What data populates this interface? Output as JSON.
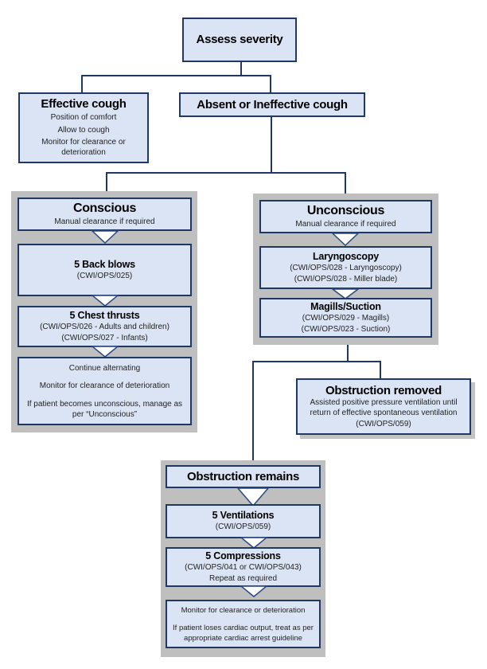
{
  "palette": {
    "box_fill": "#dbe4f4",
    "box_border": "#1f3864",
    "panel_gray": "#bfbfbf",
    "connector": "#1f3864",
    "shadow_gray": "#c3c3c3"
  },
  "nodes": {
    "assess": {
      "title": "Assess severity"
    },
    "effective": {
      "title": "Effective cough",
      "line1": "Position of comfort",
      "line2": "Allow to cough",
      "line3": "Monitor for clearance or deterioration"
    },
    "absent": {
      "title": "Absent or Ineffective cough"
    },
    "conscious": {
      "title": "Conscious",
      "subtitle": "Manual clearance if required"
    },
    "back_blows": {
      "title": "5 Back blows",
      "ref1": "(CWI/OPS/025)"
    },
    "chest_thrusts": {
      "title": "5 Chest thrusts",
      "ref1": "(CWI/OPS/026 - Adults and children)",
      "ref2": "(CWI/OPS/027 - Infants)"
    },
    "conscious_outcome": {
      "line1": "Continue alternating",
      "line2": "Monitor for clearance of deterioration",
      "line3": "If patient becomes unconscious, manage as per “Unconscious”"
    },
    "unconscious": {
      "title": "Unconscious",
      "subtitle": "Manual clearance if required"
    },
    "laryngoscopy": {
      "title": "Laryngoscopy",
      "ref1": "(CWI/OPS/028 - Laryngoscopy)",
      "ref2": "(CWI/OPS/028 - Miller blade)"
    },
    "magills": {
      "title": "Magills/Suction",
      "ref1": "(CWI/OPS/029 - Magills)",
      "ref2": "(CWI/OPS/023 - Suction)"
    },
    "removed": {
      "title": "Obstruction removed",
      "line1": "Assisted positive pressure ventilation until return of effective spontaneous ventilation",
      "ref1": "(CWI/OPS/059)"
    },
    "remains": {
      "title": "Obstruction remains"
    },
    "ventilations": {
      "title": "5 Ventilations",
      "ref1": "(CWI/OPS/059)"
    },
    "compressions": {
      "title": "5 Compressions",
      "ref1": "(CWI/OPS/041 or CWI/OPS/043)",
      "ref2": "Repeat as required"
    },
    "remains_outcome": {
      "line1": "Monitor for clearance or deterioration",
      "line2": "If patient loses cardiac output, treat as per appropriate cardiac arrest guideline"
    }
  }
}
